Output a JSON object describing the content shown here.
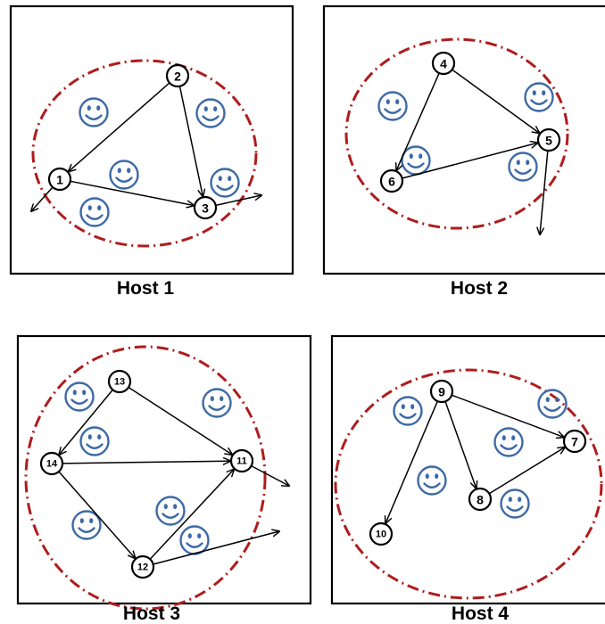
{
  "hosts": [
    {
      "label": "Host 1",
      "nodes": [
        {
          "id": "1",
          "label": "1"
        },
        {
          "id": "2",
          "label": "2"
        },
        {
          "id": "3",
          "label": "3"
        }
      ],
      "edges": [
        {
          "from": "2",
          "to": "1"
        },
        {
          "from": "2",
          "to": "3"
        },
        {
          "from": "1",
          "to": "3"
        },
        {
          "from": "1",
          "to": "external"
        },
        {
          "from": "3",
          "to": "external"
        }
      ],
      "users": 5
    },
    {
      "label": "Host 2",
      "nodes": [
        {
          "id": "4",
          "label": "4"
        },
        {
          "id": "5",
          "label": "5"
        },
        {
          "id": "6",
          "label": "6"
        }
      ],
      "edges": [
        {
          "from": "4",
          "to": "6"
        },
        {
          "from": "4",
          "to": "5"
        },
        {
          "from": "6",
          "to": "5"
        },
        {
          "from": "5",
          "to": "external"
        }
      ],
      "users": 4
    },
    {
      "label": "Host 3",
      "nodes": [
        {
          "id": "13",
          "label": "13"
        },
        {
          "id": "14",
          "label": "14"
        },
        {
          "id": "11",
          "label": "11"
        },
        {
          "id": "12",
          "label": "12"
        }
      ],
      "edges": [
        {
          "from": "13",
          "to": "14"
        },
        {
          "from": "13",
          "to": "11"
        },
        {
          "from": "14",
          "to": "11"
        },
        {
          "from": "14",
          "to": "12"
        },
        {
          "from": "12",
          "to": "11"
        },
        {
          "from": "11",
          "to": "external"
        },
        {
          "from": "12",
          "to": "external"
        }
      ],
      "users": 6
    },
    {
      "label": "Host 4",
      "nodes": [
        {
          "id": "9",
          "label": "9"
        },
        {
          "id": "7",
          "label": "7"
        },
        {
          "id": "8",
          "label": "8"
        },
        {
          "id": "10",
          "label": "10"
        }
      ],
      "edges": [
        {
          "from": "9",
          "to": "7"
        },
        {
          "from": "9",
          "to": "8"
        },
        {
          "from": "9",
          "to": "10"
        },
        {
          "from": "8",
          "to": "7"
        }
      ],
      "users": 5
    }
  ],
  "colors": {
    "boundary": "#b01c1c",
    "user_icon": "#3d6aa6",
    "node_stroke": "#000000"
  },
  "icons": {
    "user": "smiley-face-icon"
  }
}
